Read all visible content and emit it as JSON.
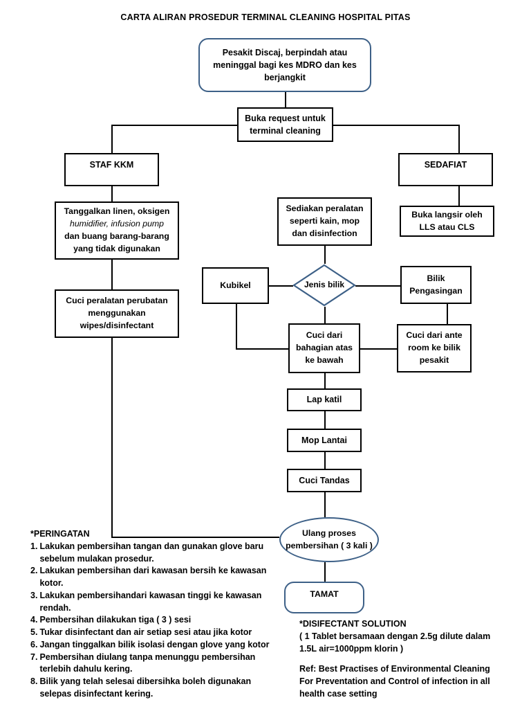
{
  "title": "CARTA ALIRAN PROSEDUR TERMINAL CLEANING HOSPITAL PITAS",
  "colors": {
    "shape_blue": "#3d6087",
    "shape_black": "#000000",
    "background": "#ffffff"
  },
  "nodes": {
    "start": {
      "text": "Pesakit Discaj, berpindah atau meninggal bagi kes MDRO dan kes berjangkit",
      "shape": "rounded-rectangle"
    },
    "request": {
      "text": "Buka request untuk terminal cleaning",
      "shape": "rectangle"
    },
    "staf_kkm": {
      "text": "STAF KKM",
      "shape": "rectangle"
    },
    "sedafiat": {
      "text": "SEDAFIAT",
      "shape": "rectangle"
    },
    "tanggalkan_l1": {
      "text": "Tanggalkan linen, oksigen"
    },
    "tanggalkan_l2": {
      "text": "humidifier, infusion pump"
    },
    "tanggalkan_l3": {
      "text": "dan buang barang-barang"
    },
    "tanggalkan_l4": {
      "text": "yang tidak digunakan"
    },
    "cuci_peralatan": {
      "text": "Cuci peralatan perubatan menggunakan wipes/disinfectant",
      "shape": "rectangle"
    },
    "sediakan": {
      "text": "Sediakan peralatan seperti kain, mop dan disinfection",
      "shape": "rectangle"
    },
    "buka_langsir": {
      "text": "Buka langsir oleh LLS atau CLS",
      "shape": "rectangle"
    },
    "kubikel": {
      "text": "Kubikel",
      "shape": "rectangle"
    },
    "jenis_bilik": {
      "text": "Jenis bilik",
      "shape": "diamond"
    },
    "bilik_peng": {
      "text": "Bilik Pengasingan",
      "shape": "rectangle"
    },
    "cuci_atas": {
      "text": "Cuci dari bahagian atas ke bawah",
      "shape": "rectangle"
    },
    "cuci_ante": {
      "text": "Cuci dari ante room ke bilik pesakit",
      "shape": "rectangle"
    },
    "lap_katil": {
      "text": "Lap katil",
      "shape": "rectangle"
    },
    "mop_lantai": {
      "text": "Mop Lantai",
      "shape": "rectangle"
    },
    "cuci_tandas": {
      "text": "Cuci Tandas",
      "shape": "rectangle"
    },
    "ulang_proses": {
      "text": "Ulang proses pembersihan ( 3 kali )",
      "shape": "ellipse"
    },
    "tamat": {
      "text": "TAMAT",
      "shape": "rounded-rectangle"
    }
  },
  "peringatan": {
    "heading": "*PERINGATAN",
    "items": [
      {
        "num": "1.",
        "text": "Lakukan pembersihan tangan dan gunakan glove baru sebelum mulakan prosedur."
      },
      {
        "num": "2.",
        "text": "Lakukan pembersihan dari kawasan bersih ke kawasan kotor."
      },
      {
        "num": "3.",
        "text": "Lakukan pembersihandari kawasan tinggi ke kawasan rendah."
      },
      {
        "num": "4.",
        "text": "Pembersihan dilakukan tiga ( 3 ) sesi"
      },
      {
        "num": "5.",
        "text": "Tukar disinfectant dan air setiap sesi atau jika kotor"
      },
      {
        "num": "6.",
        "text": "Jangan tinggalkan bilik isolasi dengan glove yang kotor"
      },
      {
        "num": "7.",
        "text": "Pembersihan diulang tanpa menunggu pembersihan terlebih dahulu kering."
      },
      {
        "num": "8.",
        "text": "Bilik yang telah selesai dibersihka boleh digunakan selepas disinfectant kering."
      }
    ]
  },
  "disinfectant_note": {
    "heading": "*DISIFECTANT SOLUTION",
    "line1": "( 1 Tablet bersamaan dengan 2.5g dilute dalam",
    "line2": "1.5L air=1000ppm klorin )"
  },
  "reference": {
    "line1": "Ref: Best Practises of Environmental Cleaning",
    "line2": "For Preventation and Control of infection in all",
    "line3": "health case setting"
  }
}
